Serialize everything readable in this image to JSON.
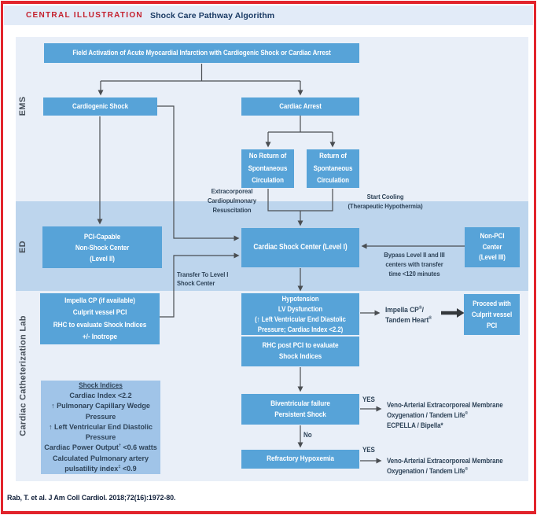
{
  "header": {
    "label": "CENTRAL ILLUSTRATION",
    "title": "Shock Care Pathway Algorithm"
  },
  "lanes": {
    "ems": "EMS",
    "ed": "ED",
    "cathlab": "Cardiac Catheterization Lab"
  },
  "nodes": {
    "field_activation": {
      "text": "Field Activation of Acute Myocardial Infarction with Cardiogenic Shock or Cardiac Arrest"
    },
    "cardiogenic_shock": {
      "text": "Cardiogenic Shock"
    },
    "cardiac_arrest": {
      "text": "Cardiac Arrest"
    },
    "no_rosc": {
      "lines": [
        "No Return of",
        "Spontaneous",
        "Circulation"
      ]
    },
    "rosc": {
      "lines": [
        "Return of",
        "Spontaneous",
        "Circulation"
      ]
    },
    "pci_capable": {
      "lines": [
        "PCI-Capable",
        "Non-Shock Center",
        "(Level II)"
      ]
    },
    "cardiac_shock_center": {
      "text": "Cardiac Shock Center (Level I)"
    },
    "non_pci": {
      "lines": [
        "Non-PCI",
        "Center",
        "(Level III)"
      ]
    },
    "impella_cp": {
      "lines": [
        "Impella CP  (if available)",
        "Culprit vessel PCI",
        "RHC to evaluate Shock Indices",
        "+/- Inotrope"
      ]
    },
    "hypotension": {
      "lines": [
        "Hypotension",
        "LV Dysfunction",
        "(↑ Left Ventricular End Diastolic",
        "Pressure; Cardiac Index <2.2)"
      ]
    },
    "rhc_post_pci": {
      "lines": [
        "RHC post PCI to evaluate",
        "Shock Indices"
      ]
    },
    "proceed_pci": {
      "lines": [
        "Proceed with",
        "Culprit vessel",
        "PCI"
      ]
    },
    "biventricular": {
      "lines": [
        "Biventricular failure",
        "Persistent Shock"
      ]
    },
    "refractory": {
      "text": "Refractory Hypoxemia"
    },
    "shock_indices": {
      "title": "Shock Indices",
      "lines": [
        "Cardiac Index <2.2",
        "↑ Pulmonary Capillary Wedge",
        "Pressure",
        "↑ Left Ventricular End Diastolic",
        "Pressure",
        "Cardiac Power Output† <0.6 watts",
        "Calculated Pulmonary artery",
        "pulsatility index‡ <0.9"
      ]
    }
  },
  "labels": {
    "ecpr": {
      "lines": [
        "Extracorporeal",
        "Cardiopulmonary",
        "Resuscitation"
      ]
    },
    "start_cooling": {
      "lines": [
        "Start Cooling",
        "(Therapeutic Hypothermia)"
      ]
    },
    "transfer": {
      "lines": [
        "Transfer To Level I",
        "Shock Center"
      ]
    },
    "bypass": {
      "lines": [
        "Bypass Level II and III",
        "centers with transfer",
        "time <120 minutes"
      ]
    },
    "impella_tandem": {
      "lines": [
        "Impella CP®/",
        "Tandem Heart®"
      ]
    },
    "yes_biventricular": "YES",
    "no_biventricular": "No",
    "yes_refractory": "YES",
    "ecmo_biventricular": {
      "lines": [
        "Veno-Arterial Extracorporeal Membrane",
        "Oxygenation / Tandem Life®",
        "ECPELLA / Bipella*"
      ]
    },
    "ecmo_refractory": {
      "lines": [
        "Veno-Arterial Extracorporeal Membrane",
        "Oxygenation / Tandem Life®"
      ]
    }
  },
  "footer": {
    "citation": "Rab, T. et al. J Am Coll Cardiol. 2018;72(16):1972-80."
  },
  "colors": {
    "frame_red": "#e2242c",
    "header_bg": "#e2ebf8",
    "header_label": "#c4202e",
    "header_title": "#1a3a64",
    "band_light": "#e9eff8",
    "band_ed": "#bdd5ed",
    "node_blue": "#57a3d8",
    "info_bg": "#a0c4e8",
    "label_navy": "#2f4459",
    "lane_label": "#47505a",
    "connector": "#4a4e52",
    "footer_color": "#13223c"
  }
}
